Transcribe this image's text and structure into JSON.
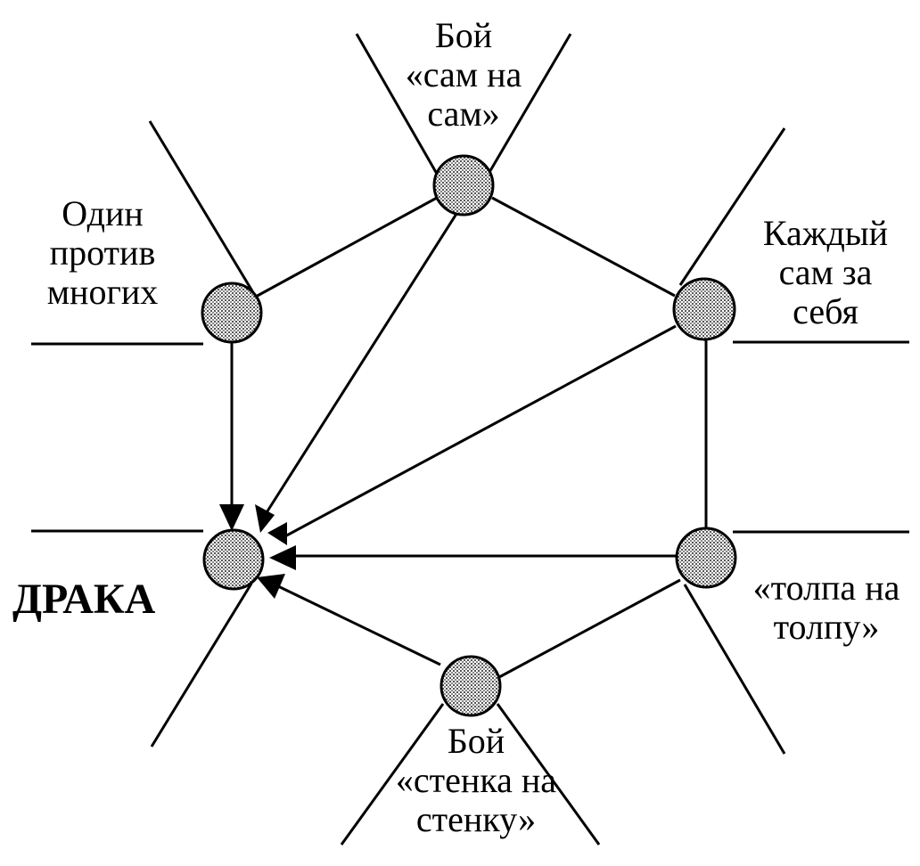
{
  "diagram": {
    "center_label": "ДРАКА",
    "nodes": {
      "top": [
        "Бой",
        "«сам на",
        "сам»"
      ],
      "upper_left": [
        "Один",
        "против",
        "многих"
      ],
      "upper_right": [
        "Каждый",
        "сам за",
        "себя"
      ],
      "lower_right": [
        "«толпа на",
        "толпу»"
      ],
      "bottom": [
        "Бой",
        "«стенка на",
        "стенку»"
      ]
    },
    "colors": {
      "stroke": "#000000",
      "node_fill": "dotted grey",
      "background": "#ffffff"
    }
  }
}
